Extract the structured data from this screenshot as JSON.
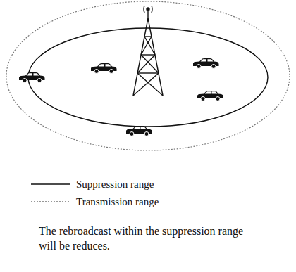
{
  "diagram": {
    "caption": "The rebroadcast within the suppression range will be reduces.",
    "legend": [
      {
        "text": "Suppression range"
      },
      {
        "text": "Transmission range"
      }
    ]
  }
}
